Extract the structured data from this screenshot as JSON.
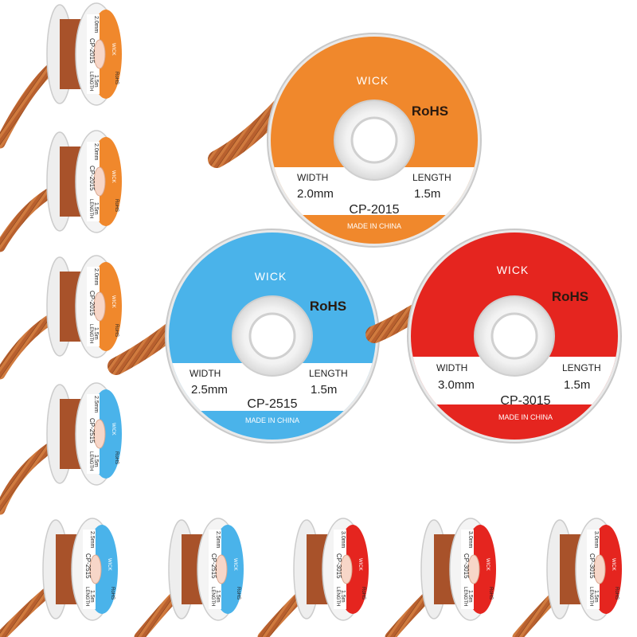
{
  "colors": {
    "orange": "#F0882C",
    "blue": "#4AB3EA",
    "red": "#E5251F",
    "copper": "#B8602E",
    "copper_dark": "#7A3A18",
    "band": "#FFFFFF",
    "text_dark": "#2A1A10"
  },
  "spools": [
    {
      "wick": "WICK",
      "rohs": "RoHS",
      "width_label": "WIDTH",
      "width_value": "2.0mm",
      "length_label": "LENGTH",
      "length_value": "1.5m",
      "model": "CP-2015",
      "origin": "MADE IN CHINA",
      "color": "#F0882C"
    },
    {
      "wick": "WICK",
      "rohs": "RoHS",
      "width_label": "WIDTH",
      "width_value": "2.5mm",
      "length_label": "LENGTH",
      "length_value": "1.5m",
      "model": "CP-2515",
      "origin": "MADE IN CHINA",
      "color": "#4AB3EA"
    },
    {
      "wick": "WICK",
      "rohs": "RoHS",
      "width_label": "WIDTH",
      "width_value": "3.0mm",
      "length_label": "LENGTH",
      "length_value": "1.5m",
      "model": "CP-3015",
      "origin": "MADE IN CHINA",
      "color": "#E5251F"
    }
  ],
  "small_spools": [
    {
      "model": "CP-2015",
      "width_value": "2.0mm",
      "length_value": "1.5m",
      "length_label": "LENGTH",
      "wick": "WICK",
      "rohs": "RoHS",
      "color": "#F0882C"
    },
    {
      "model": "CP-2015",
      "width_value": "2.0mm",
      "length_value": "1.5m",
      "length_label": "LENGTH",
      "wick": "WICK",
      "rohs": "RoHS",
      "color": "#F0882C"
    },
    {
      "model": "CP-2015",
      "width_value": "2.0mm",
      "length_value": "1.5m",
      "length_label": "LENGTH",
      "wick": "WICK",
      "rohs": "RoHS",
      "color": "#F0882C"
    },
    {
      "model": "CP-2515",
      "width_value": "2.5mm",
      "length_value": "1.5m",
      "length_label": "LENGTH",
      "wick": "WICK",
      "rohs": "RoHS",
      "color": "#4AB3EA"
    },
    {
      "model": "CP-2515",
      "width_value": "2.5mm",
      "length_value": "1.5m",
      "length_label": "LENGTH",
      "wick": "WICK",
      "rohs": "RoHS",
      "color": "#4AB3EA"
    },
    {
      "model": "CP-2515",
      "width_value": "2.5mm",
      "length_value": "1.5m",
      "length_label": "LENGTH",
      "wick": "WICK",
      "rohs": "RoHS",
      "color": "#4AB3EA"
    },
    {
      "model": "CP-3015",
      "width_value": "3.0mm",
      "length_value": "1.5m",
      "length_label": "LENGTH",
      "wick": "WICK",
      "rohs": "RoHS",
      "color": "#E5251F"
    },
    {
      "model": "CP-3015",
      "width_value": "3.0mm",
      "length_value": "1.5m",
      "length_label": "LENGTH",
      "wick": "WICK",
      "rohs": "RoHS",
      "color": "#E5251F"
    },
    {
      "model": "CP-3015",
      "width_value": "3.0mm",
      "length_value": "1.5m",
      "length_label": "LENGTH",
      "wick": "WICK",
      "rohs": "RoHS",
      "color": "#E5251F"
    }
  ]
}
